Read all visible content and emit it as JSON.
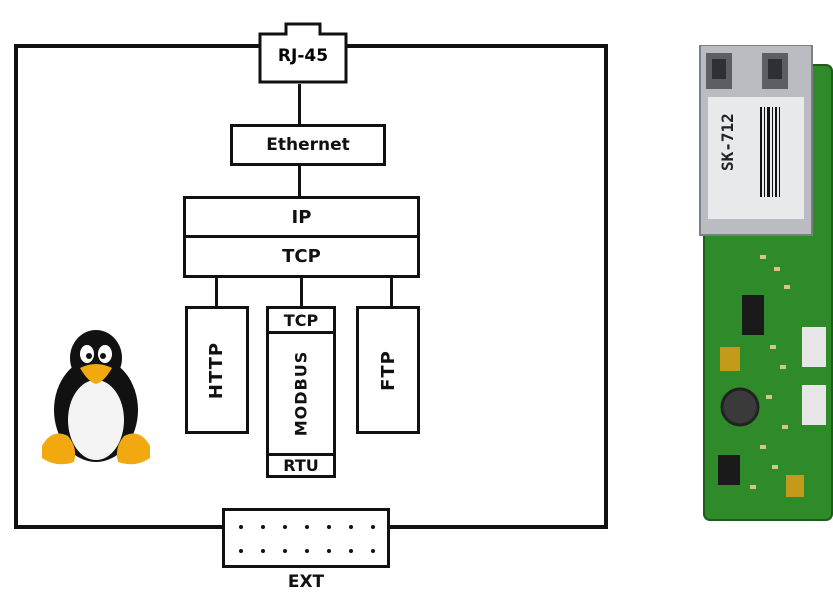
{
  "diagram": {
    "connector_top": "RJ-45",
    "ethernet": "Ethernet",
    "ip": "IP",
    "tcp": "TCP",
    "http": "HTTP",
    "modbus_top": "TCP",
    "modbus": "MODBUS",
    "modbus_bottom": "RTU",
    "ftp": "FTP",
    "connector_bottom": "EXT"
  },
  "module_photo": {
    "label": "SK-712",
    "pcb_color": "#2f8a2a",
    "jack_color": "#b9bcc0"
  },
  "colors": {
    "line": "#111111",
    "background": "#ffffff"
  }
}
